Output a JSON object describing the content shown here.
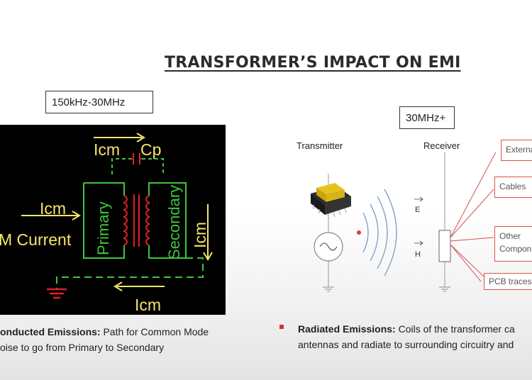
{
  "title": "TRANSFORMER’S IMPACT ON EMI",
  "conducted": {
    "freq": "150kHz-30MHz",
    "labels": {
      "icm_top": "Icm",
      "cp": "Cp",
      "icm_left": "Icm",
      "cm_current": "M Current",
      "primary": "Primary",
      "secondary": "Secondary",
      "icm_right": "Icm",
      "icm_bottom": "Icm"
    },
    "caption_bold": "onducted Emissions:",
    "caption_rest": " Path for Common Mode",
    "caption_line2": "oise to go from Primary to Secondary"
  },
  "radiated": {
    "freq": "30MHz+",
    "transmitter": "Transmitter",
    "receiver": "Receiver",
    "e_label": "E",
    "h_label": "H",
    "targets": [
      "Externa",
      "Cables",
      "Other",
      "Compon",
      "PCB traces"
    ],
    "caption_bold": "Radiated Emissions:",
    "caption_rest": " Coils of the transformer ca",
    "caption_line2": "antennas and radiate to surrounding circuitry and"
  },
  "colors": {
    "circuit_green": "#3ec63e",
    "circuit_red": "#e02020",
    "label_yellow": "#f5e66a",
    "accent_red": "#d9302a",
    "wave_blue": "#7a9cc6"
  }
}
